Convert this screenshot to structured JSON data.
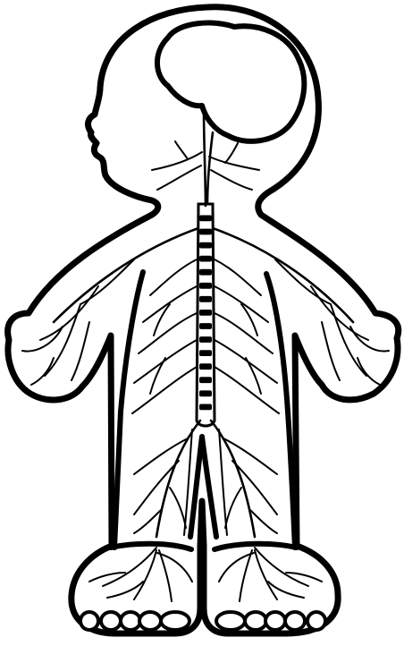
{
  "figure": {
    "subject": "child-body-outline-with-nervous-system",
    "line_color": "#000000",
    "background_color": "#ffffff",
    "parts": [
      "head-outline",
      "brain",
      "spinal-cord",
      "nerve-branches",
      "arm-outlines",
      "leg-outlines",
      "feet"
    ],
    "vertebra_count": 15,
    "toes_per_foot": 5
  }
}
